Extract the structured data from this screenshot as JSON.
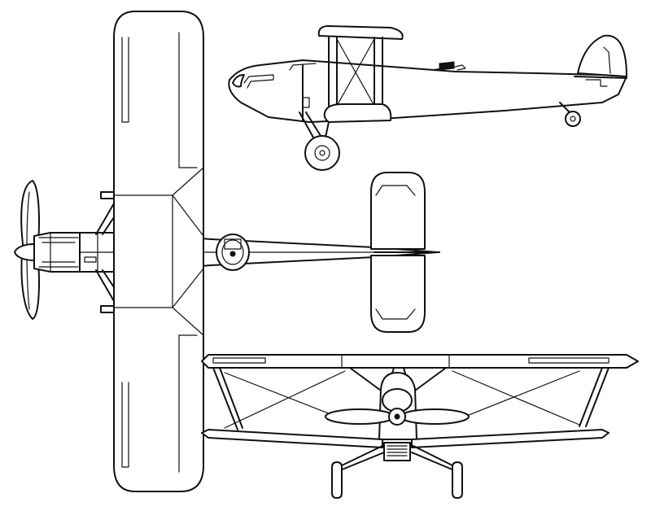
{
  "drawing": {
    "subject": "biplane",
    "style": "three-view line drawing",
    "colors": {
      "line": "#111111",
      "background": "#ffffff"
    },
    "views": [
      "side-view",
      "top-view",
      "front-view"
    ]
  }
}
